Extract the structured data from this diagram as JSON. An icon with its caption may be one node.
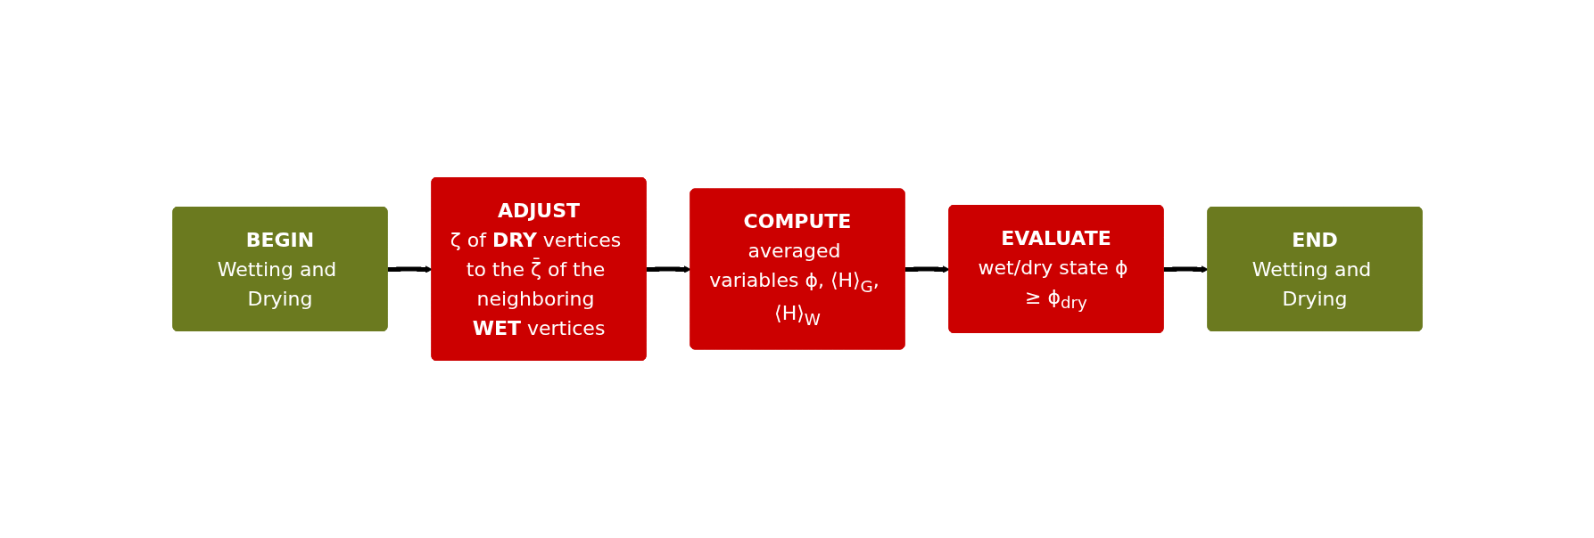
{
  "diagram": {
    "nodes": [
      {
        "text": [
          "BEGIN",
          "Wetting and Drying"
        ]
      },
      {
        "text": [
          "ADJUST",
          "ζ of **DRY** vertices to the ζ̄ of the neighboring **WET** vertices"
        ]
      },
      {
        "text": [
          "COMPUTE",
          "averaged variables ϕ, ⟨H⟩$_{G}$, ⟨H⟩$_{W}$"
        ]
      },
      {
        "text": [
          "EVALUATE",
          "wet/dry state ϕ ≥ ϕ$_{dry}$"
        ]
      },
      {
        "text": [
          "END",
          "Wetting and Drying"
        ]
      }
    ],
    "edges": [
      {
        "from": 0,
        "to": 1,
        "arrow": "to"
      },
      {
        "from": 1,
        "to": 2,
        "arrow": "to"
      },
      {
        "from": 2,
        "to": 3,
        "arrow": "to"
      },
      {
        "from": 3,
        "to": 4,
        "arrow": "to"
      }
    ]
  }
}
